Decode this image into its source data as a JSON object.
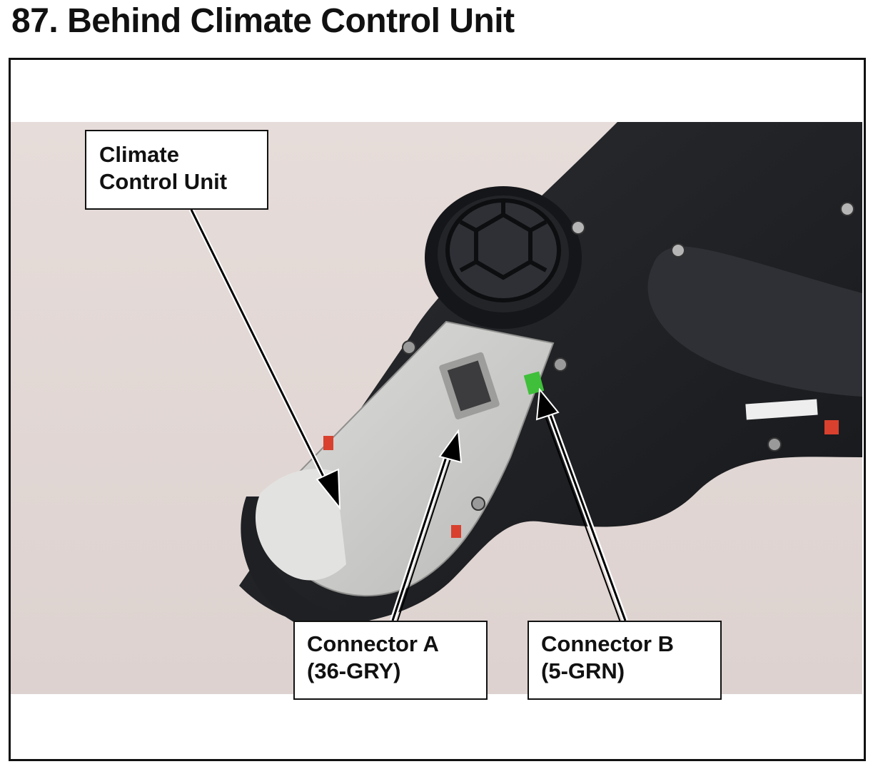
{
  "page": {
    "title": "87.  Behind Climate Control Unit"
  },
  "callouts": {
    "climate_control_unit": {
      "line1": "Climate",
      "line2": "Control Unit"
    },
    "connector_a": {
      "line1": "Connector A",
      "line2": "(36-GRY)"
    },
    "connector_b": {
      "line1": "Connector B",
      "line2": "(5-GRN)"
    }
  },
  "colors": {
    "background_wall": "#e4d9d6",
    "bezel": "#1d1f23",
    "unit_housing": "#cfcfcd",
    "connector_b_green": "#3fbf3a",
    "clip_red": "#d9402e"
  }
}
